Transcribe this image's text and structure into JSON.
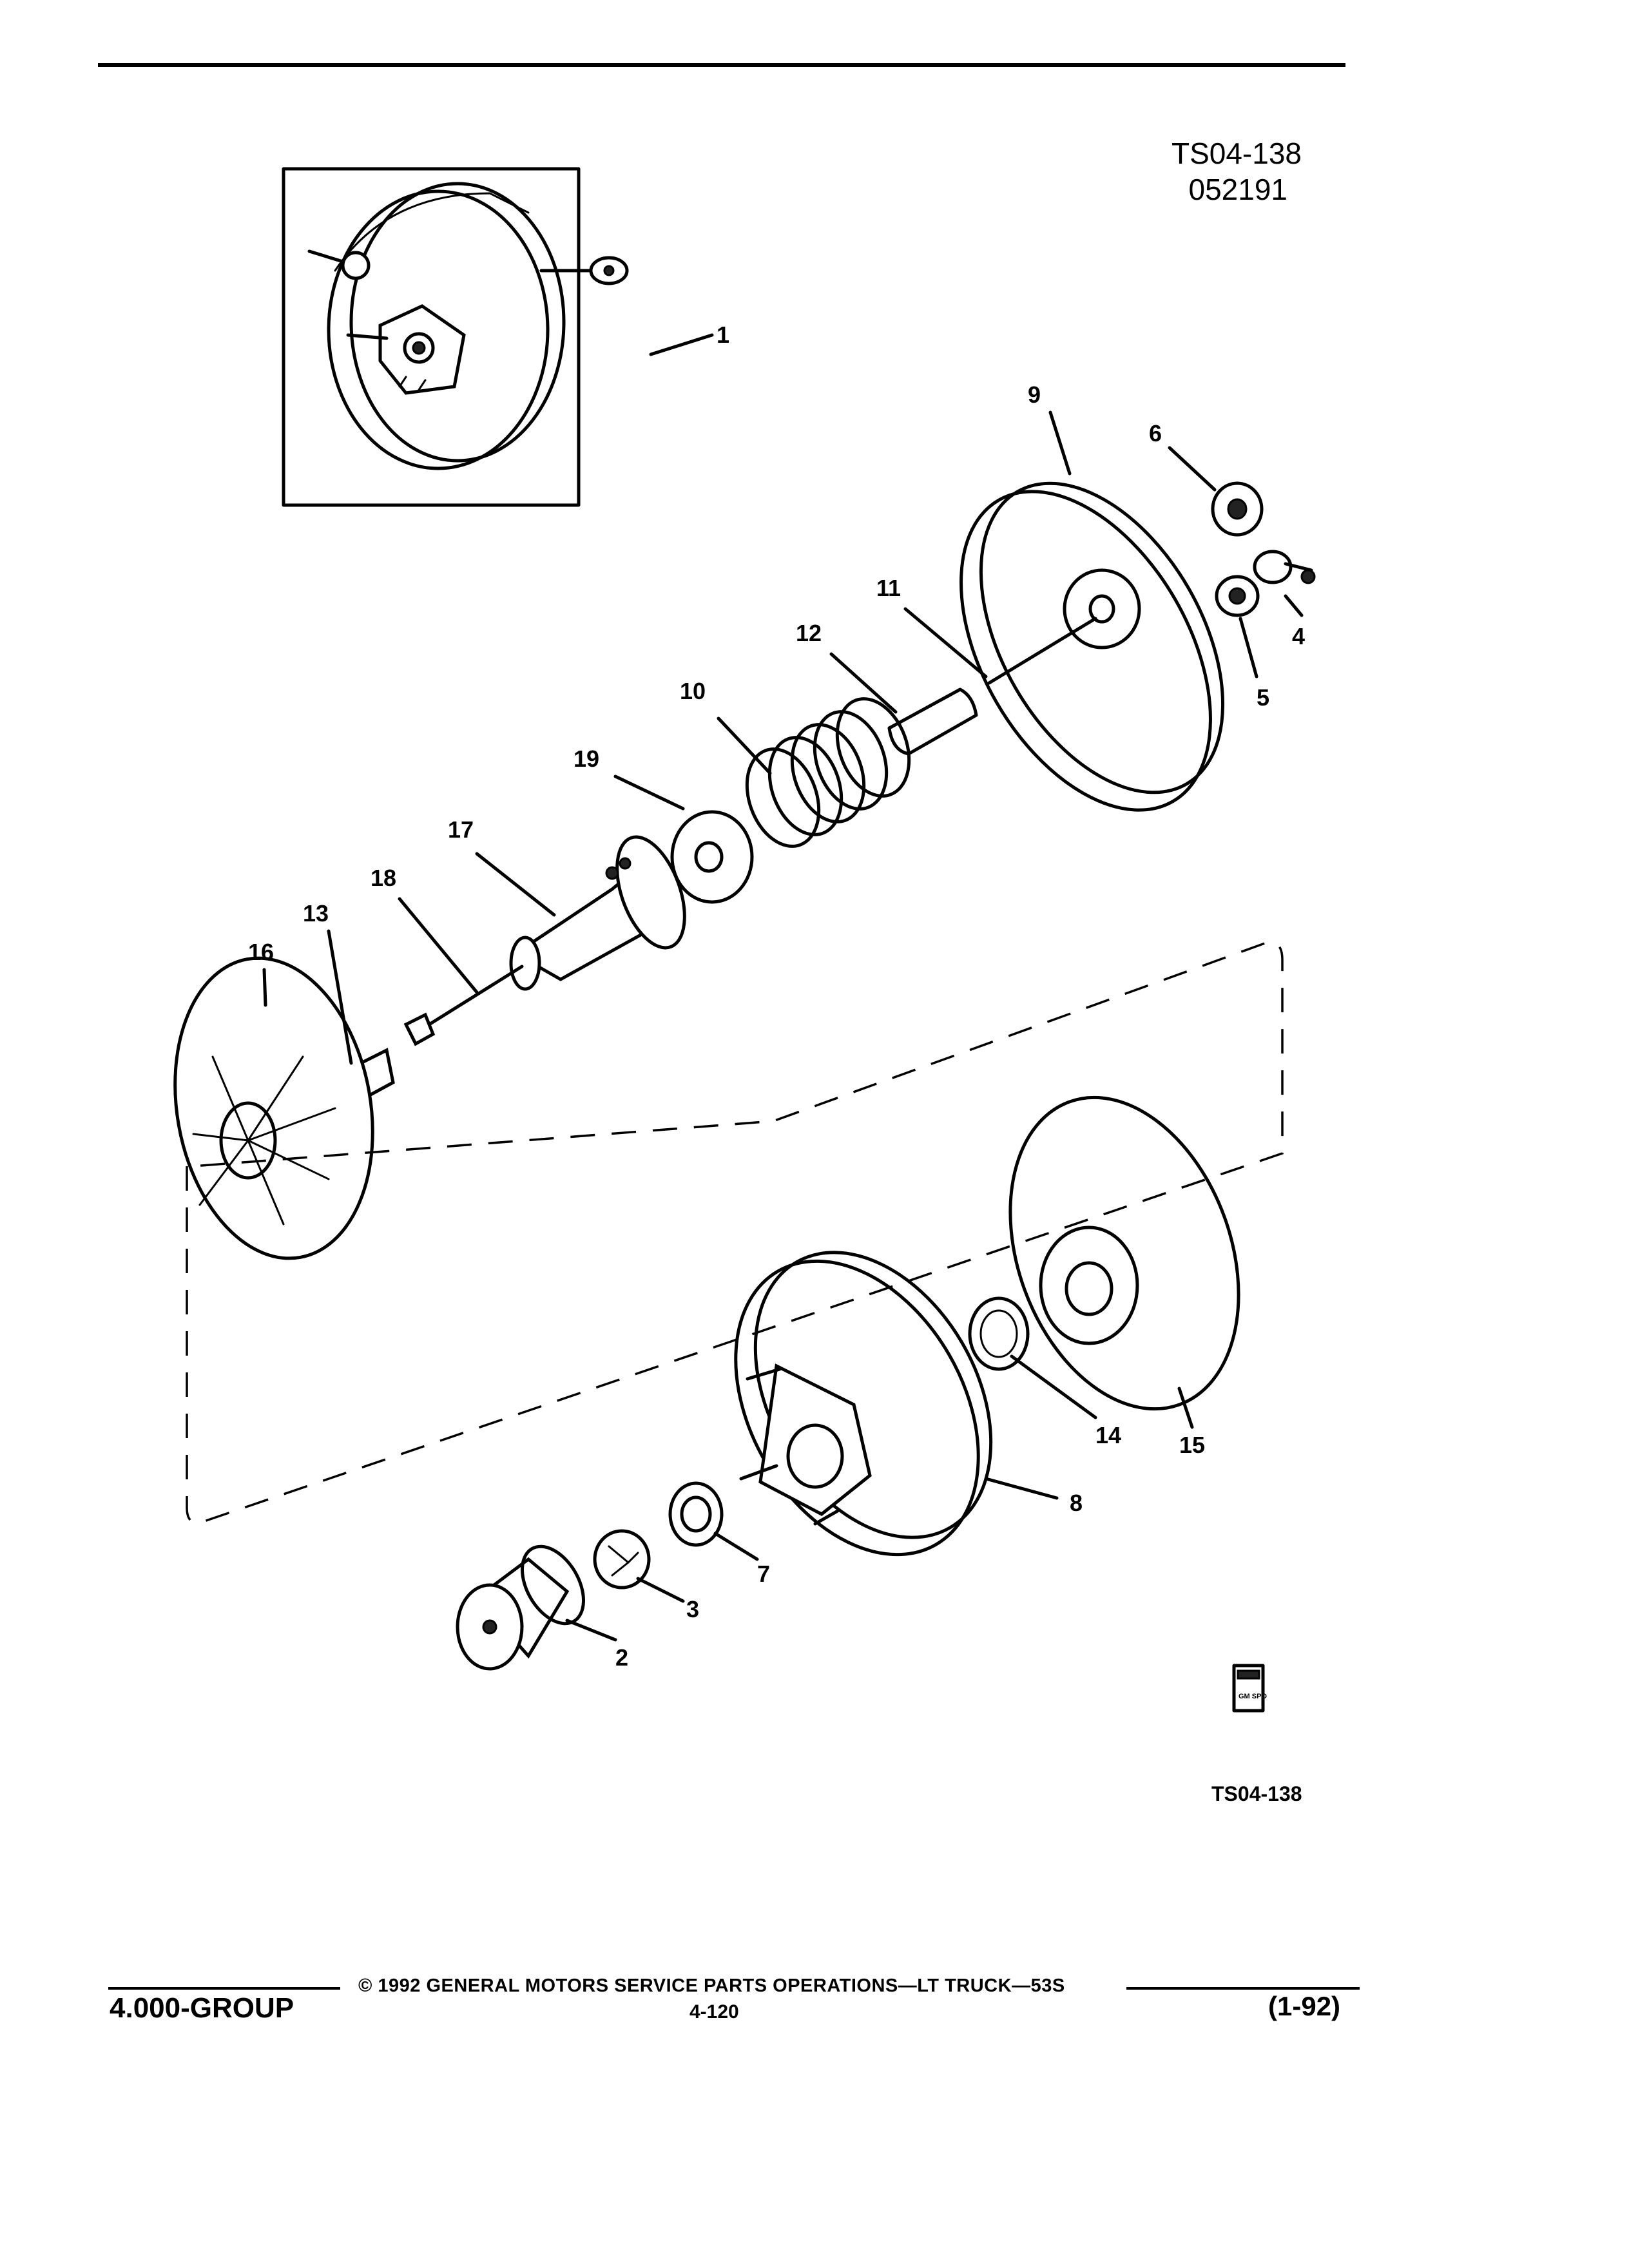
{
  "header": {
    "ref_code": "TS04-138",
    "ref_date": "052191"
  },
  "diagram": {
    "callouts": [
      {
        "id": "c1",
        "label": "1"
      },
      {
        "id": "c2",
        "label": "2"
      },
      {
        "id": "c3",
        "label": "3"
      },
      {
        "id": "c4",
        "label": "4"
      },
      {
        "id": "c5",
        "label": "5"
      },
      {
        "id": "c6",
        "label": "6"
      },
      {
        "id": "c7",
        "label": "7"
      },
      {
        "id": "c8",
        "label": "8"
      },
      {
        "id": "c9",
        "label": "9"
      },
      {
        "id": "c10",
        "label": "10"
      },
      {
        "id": "c11",
        "label": "11"
      },
      {
        "id": "c12",
        "label": "12"
      },
      {
        "id": "c13",
        "label": "13"
      },
      {
        "id": "c14",
        "label": "14"
      },
      {
        "id": "c15",
        "label": "15"
      },
      {
        "id": "c16",
        "label": "16"
      },
      {
        "id": "c17",
        "label": "17"
      },
      {
        "id": "c18",
        "label": "18"
      },
      {
        "id": "c19",
        "label": "19"
      }
    ],
    "figure_code": "TS04-138",
    "badge_text": "GM SPO"
  },
  "footer": {
    "group": "4.000-GROUP",
    "copyright": "© 1992 GENERAL MOTORS SERVICE PARTS OPERATIONS—LT TRUCK—53S",
    "page": "4-120",
    "date": "(1-92)"
  }
}
